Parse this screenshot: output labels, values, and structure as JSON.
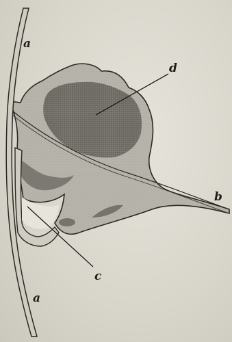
{
  "figure": {
    "labels": {
      "a_top": "a",
      "d": "d",
      "b": "b",
      "c": "c",
      "a_bottom": "a"
    }
  }
}
